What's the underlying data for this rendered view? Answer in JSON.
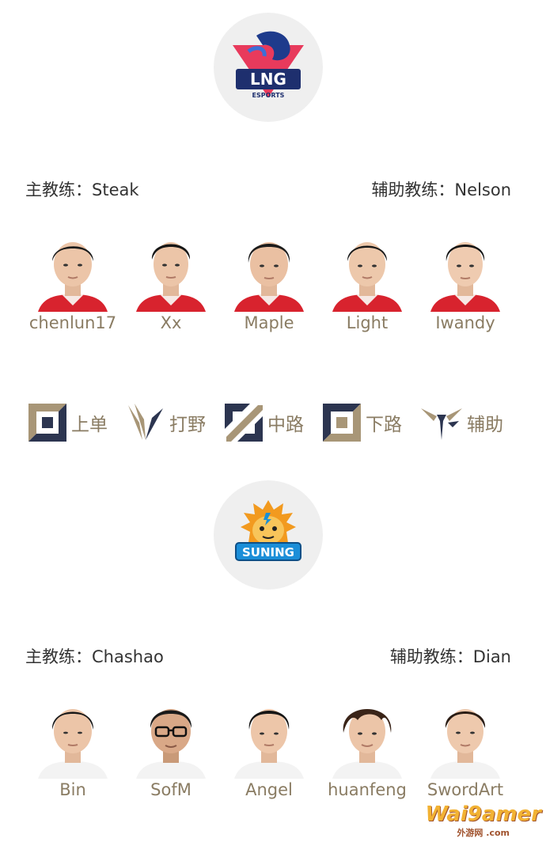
{
  "team1": {
    "logo_text": "LNG",
    "logo_sub": "ESPORTS",
    "head_coach": "主教练：Steak",
    "assistant_coach": "辅助教练：Nelson",
    "players": [
      "chenlun17",
      "Xx",
      "Maple",
      "Light",
      "Iwandy"
    ]
  },
  "roles": [
    {
      "label": "上单",
      "icon": "top-lane-icon"
    },
    {
      "label": "打野",
      "icon": "jungle-icon"
    },
    {
      "label": "中路",
      "icon": "mid-lane-icon"
    },
    {
      "label": "下路",
      "icon": "bot-lane-icon"
    },
    {
      "label": "辅助",
      "icon": "support-icon"
    }
  ],
  "team2": {
    "logo_text": "SUNING",
    "head_coach": "主教练：Chashao",
    "assistant_coach": "辅助教练：Dian",
    "players": [
      "Bin",
      "SofM",
      "Angel",
      "huanfeng",
      "SwordArt"
    ]
  },
  "watermark": {
    "main": "Wai9amer",
    "sub": "外游网 .com"
  },
  "colors": {
    "jersey_lng": "#d8232e",
    "jersey_sn": "#f3f3f3",
    "role_gold": "#a89677",
    "role_navy": "#2c3550",
    "label_gold": "#8a7c63"
  }
}
